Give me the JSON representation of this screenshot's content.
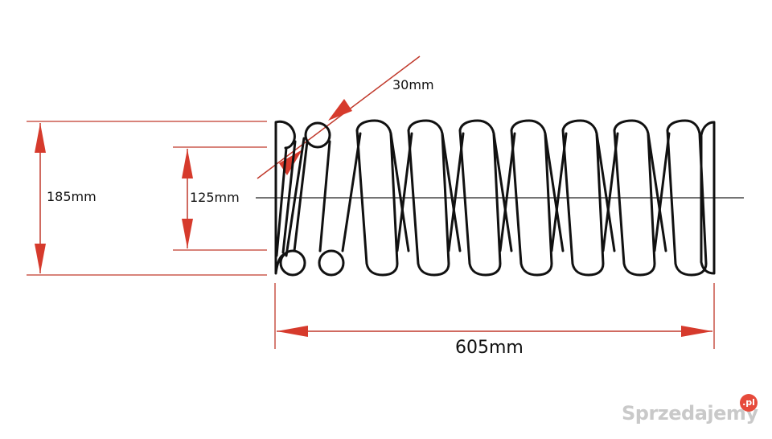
{
  "dimensions": {
    "wire_diameter": "30mm",
    "outer_diameter": "185mm",
    "inner_diameter": "125mm",
    "free_length": "605mm"
  },
  "watermark": {
    "text": "Sprzedajemy",
    "badge": ".pl"
  },
  "colors": {
    "dimension_lines": "#c0392b",
    "spring": "#111111",
    "watermark": "#c9c9c9",
    "badge": "#e64a3b"
  }
}
